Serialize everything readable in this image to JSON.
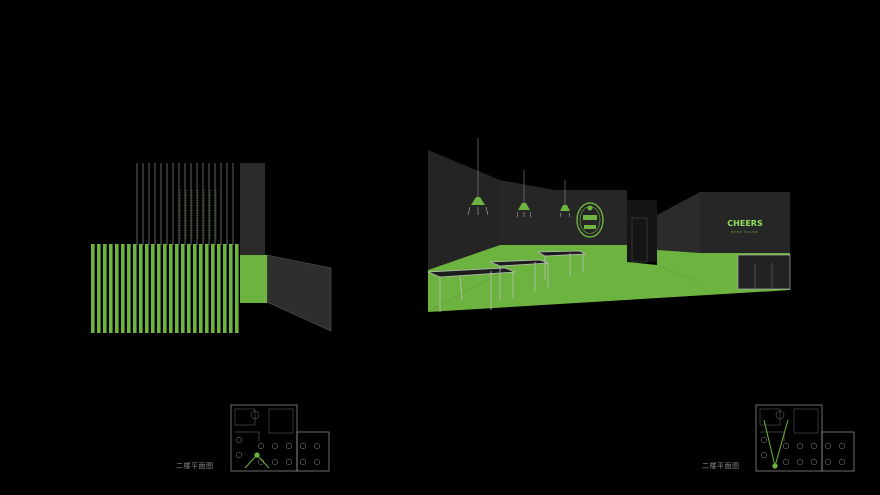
{
  "colors": {
    "background": "#000000",
    "wall_dark": "#262626",
    "wall_mid": "#2e2e2e",
    "accent_green": "#6db33f",
    "line": "#9a9a9a"
  },
  "signage": {
    "neon_sign": "CHEERS",
    "neon_sub": "BEER HOUSE"
  },
  "plan_captions": {
    "left": "二楼平面图",
    "right": "二楼平面图"
  },
  "icons": {
    "pendant": "pendant-lamp-icon",
    "logo": "round-badge-logo-icon",
    "marker": "view-direction-marker-icon"
  }
}
